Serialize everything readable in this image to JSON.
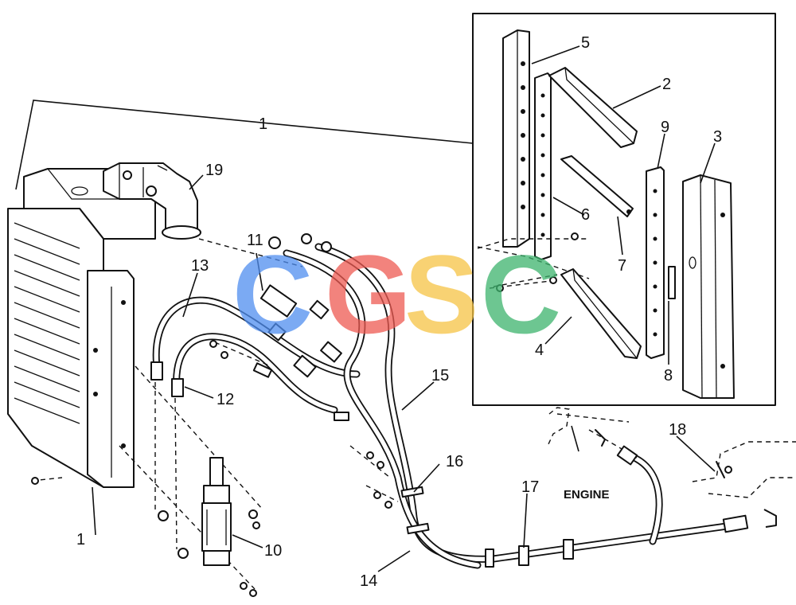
{
  "callouts": {
    "c1_top": "1",
    "c1_bottom": "1",
    "c2": "2",
    "c3": "3",
    "c4": "4",
    "c5": "5",
    "c6": "6",
    "c7": "7",
    "c8": "8",
    "c9": "9",
    "c10": "10",
    "c11": "11",
    "c12": "12",
    "c13": "13",
    "c14": "14",
    "c15": "15",
    "c16": "16",
    "c17": "17",
    "c18": "18",
    "c19": "19"
  },
  "engine_label": "ENGINE",
  "watermark": {
    "letters": [
      "C",
      "G",
      "S",
      "C"
    ],
    "colors": [
      "#4f8ef0",
      "#ee5a52",
      "#f6c445",
      "#3db46d"
    ]
  }
}
